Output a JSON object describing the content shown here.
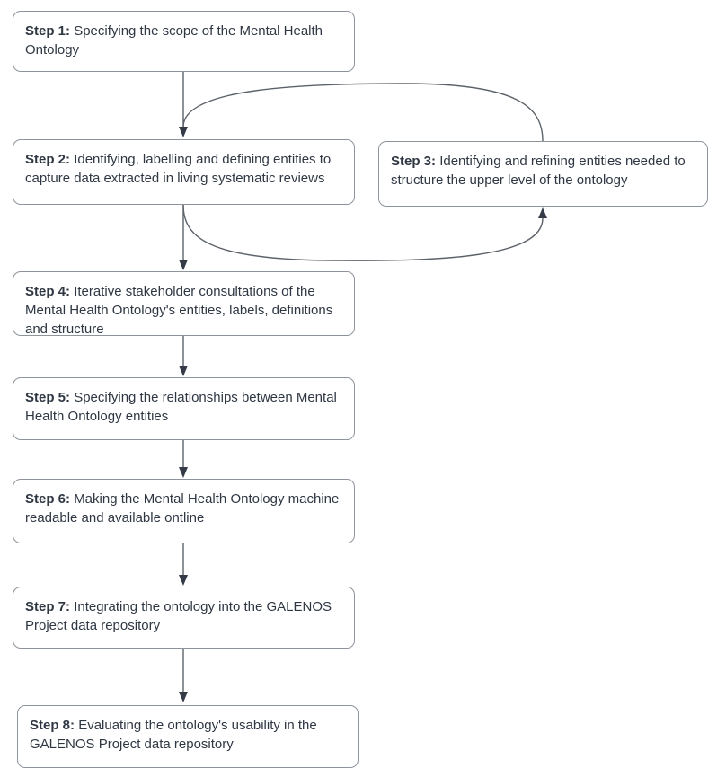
{
  "diagram": {
    "type": "flowchart",
    "steps": [
      {
        "id": "step-1",
        "label": "Step 1:",
        "text": "Specifying the scope of the Mental Health Ontology"
      },
      {
        "id": "step-2",
        "label": "Step 2:",
        "text": "Identifying, labelling and defining entities to capture data extracted in living systematic reviews"
      },
      {
        "id": "step-3",
        "label": "Step 3:",
        "text": "Identifying and refining entities needed to structure the upper level of the ontology"
      },
      {
        "id": "step-4",
        "label": "Step 4:",
        "text": "Iterative stakeholder consultations of the Mental Health Ontology's entities, labels, definitions and structure"
      },
      {
        "id": "step-5",
        "label": "Step 5:",
        "text": "Specifying the relationships between Mental Health Ontology entities"
      },
      {
        "id": "step-6",
        "label": "Step 6:",
        "text": "Making the Mental Health Ontology machine readable and available ontline"
      },
      {
        "id": "step-7",
        "label": "Step 7:",
        "text": "Integrating the ontology into the GALENOS Project data repository"
      },
      {
        "id": "step-8",
        "label": "Step 8:",
        "text": "Evaluating the ontology's usability in the GALENOS Project data repository"
      }
    ],
    "connections": [
      {
        "from": "step-1",
        "to": "step-2",
        "type": "straight-arrow"
      },
      {
        "from": "step-3",
        "to": "step-2",
        "type": "curved-arrow-top-loop"
      },
      {
        "from": "step-2",
        "to": "step-3",
        "type": "curved-arrow-bottom-loop"
      },
      {
        "from": "step-2",
        "to": "step-4",
        "type": "straight-arrow"
      },
      {
        "from": "step-4",
        "to": "step-5",
        "type": "straight-arrow"
      },
      {
        "from": "step-5",
        "to": "step-6",
        "type": "straight-arrow"
      },
      {
        "from": "step-6",
        "to": "step-7",
        "type": "straight-arrow"
      },
      {
        "from": "step-7",
        "to": "step-8",
        "type": "straight-arrow"
      }
    ],
    "colors": {
      "background": "#ffffff",
      "box_fill": "#ffffff",
      "box_border": "#8e949c",
      "text": "#2f3743",
      "connector_line": "#5c6269",
      "arrowhead": "#343b46"
    }
  }
}
